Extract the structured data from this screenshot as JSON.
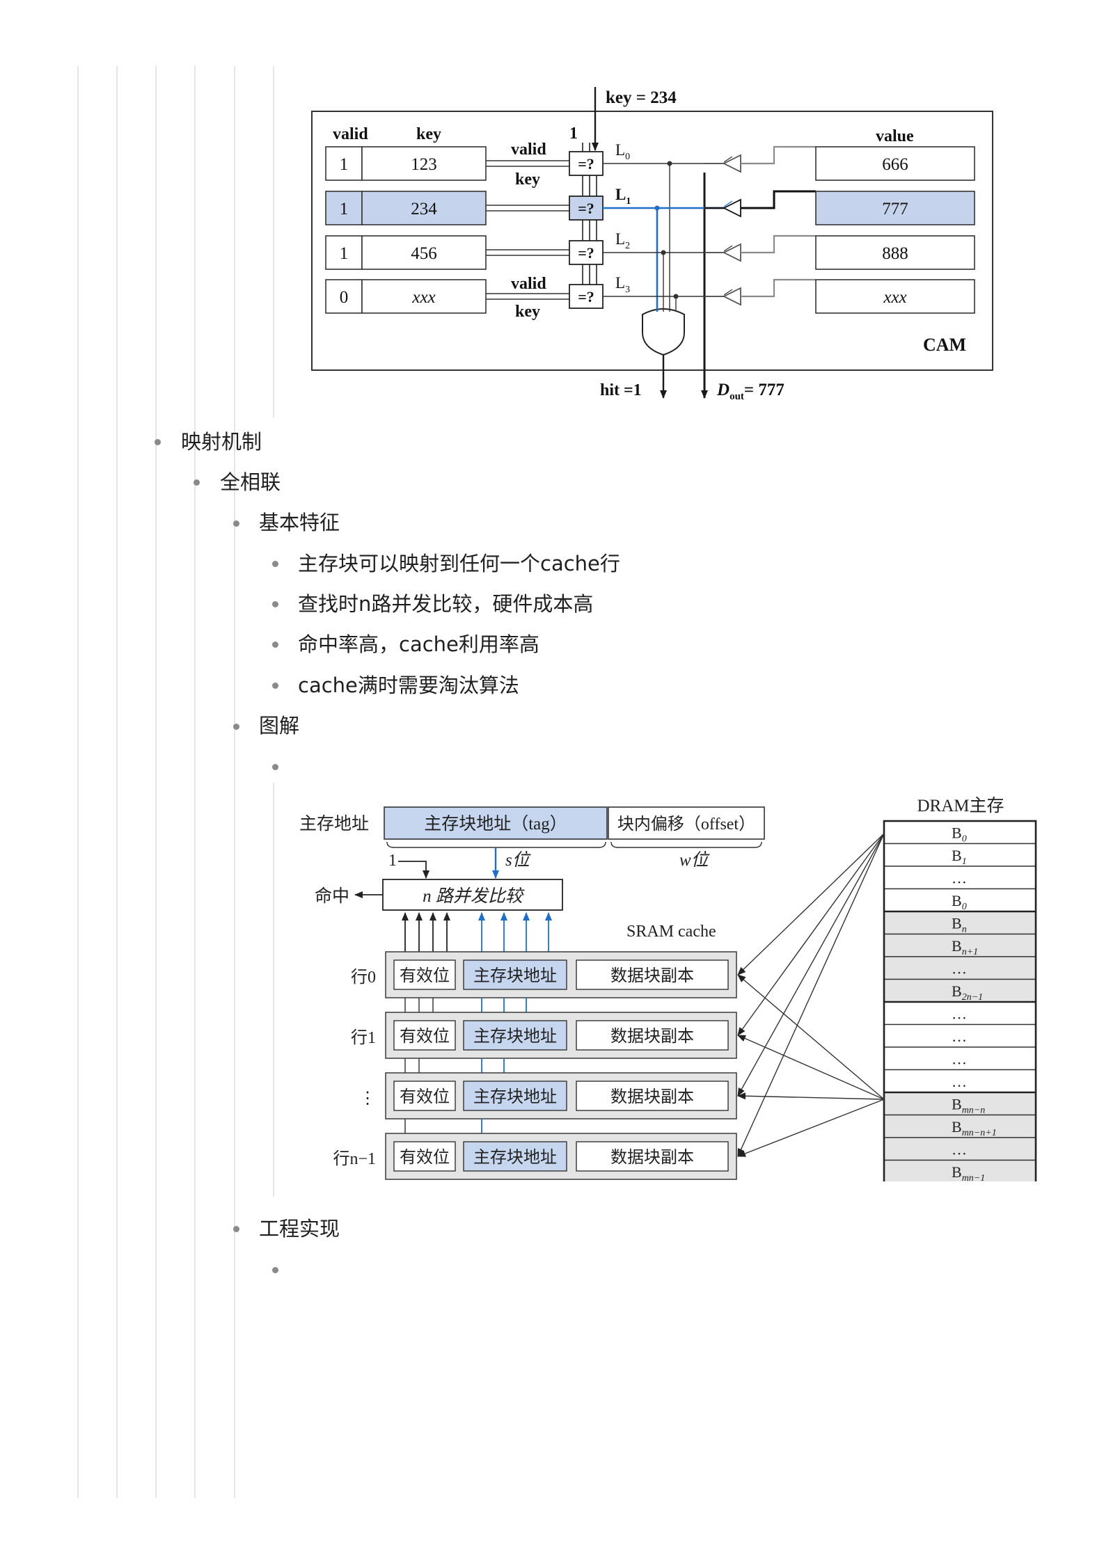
{
  "cam": {
    "key_input": "key = 234",
    "col_valid": "valid",
    "col_key": "key",
    "col_value": "value",
    "bus_valid": "valid",
    "bus_key": "key",
    "one": "1",
    "cmp": "=?",
    "rows": [
      {
        "valid": "1",
        "key": "123",
        "line": "L",
        "line_sub": "0",
        "value": "666"
      },
      {
        "valid": "1",
        "key": "234",
        "line": "L",
        "line_sub": "1",
        "value": "777"
      },
      {
        "valid": "1",
        "key": "456",
        "line": "L",
        "line_sub": "2",
        "value": "888"
      },
      {
        "valid": "0",
        "key": "xxx",
        "line": "L",
        "line_sub": "3",
        "value": "xxx"
      }
    ],
    "cam_label": "CAM",
    "hit_label": "hit =1",
    "dout_label": "D",
    "dout_sub": "out",
    "dout_value": "= 777",
    "highlight_color": "#c5d4ec",
    "path_color": "#1f6fc8"
  },
  "outline": {
    "items": [
      {
        "label": "映射机制"
      },
      {
        "label": "全相联"
      },
      {
        "label": "基本特征"
      },
      {
        "label": "主存块可以映射到任何一个cache行"
      },
      {
        "label": "查找时n路并发比较，硬件成本高"
      },
      {
        "label": "命中率高，cache利用率高"
      },
      {
        "label": "cache满时需要淘汰算法"
      },
      {
        "label": "图解"
      },
      {
        "label": "工程实现"
      }
    ]
  },
  "assoc": {
    "addr_label": "主存地址",
    "tag_field": "主存块地址（tag）",
    "offset_field": "块内偏移（offset）",
    "s_bits": "s位",
    "w_bits": "w位",
    "one": "1",
    "hit": "命中",
    "comparator": "n 路并发比较",
    "sram": "SRAM cache",
    "row_labels": [
      "行0",
      "行1",
      "⋮",
      "行n−1"
    ],
    "valid_cell": "有效位",
    "tag_cell": "主存块地址",
    "data_cell": "数据块副本",
    "dram_title": "DRAM主存",
    "dram_blocks": [
      {
        "b": "B",
        "s": "0"
      },
      {
        "b": "B",
        "s": "1"
      },
      {
        "b": "…",
        "s": ""
      },
      {
        "b": "B",
        "s": "0"
      },
      {
        "b": "B",
        "s": "n"
      },
      {
        "b": "B",
        "s": "n+1"
      },
      {
        "b": "…",
        "s": ""
      },
      {
        "b": "B",
        "s": "2n−1"
      },
      {
        "b": "…",
        "s": ""
      },
      {
        "b": "…",
        "s": ""
      },
      {
        "b": "…",
        "s": ""
      },
      {
        "b": "…",
        "s": ""
      },
      {
        "b": "B",
        "s": "mn−n"
      },
      {
        "b": "B",
        "s": "mn−n+1"
      },
      {
        "b": "…",
        "s": ""
      },
      {
        "b": "B",
        "s": "mn−1"
      }
    ],
    "tag_color": "#c6d6ef",
    "gray_color": "#e4e4e4",
    "blue": "#1f6fc8"
  }
}
